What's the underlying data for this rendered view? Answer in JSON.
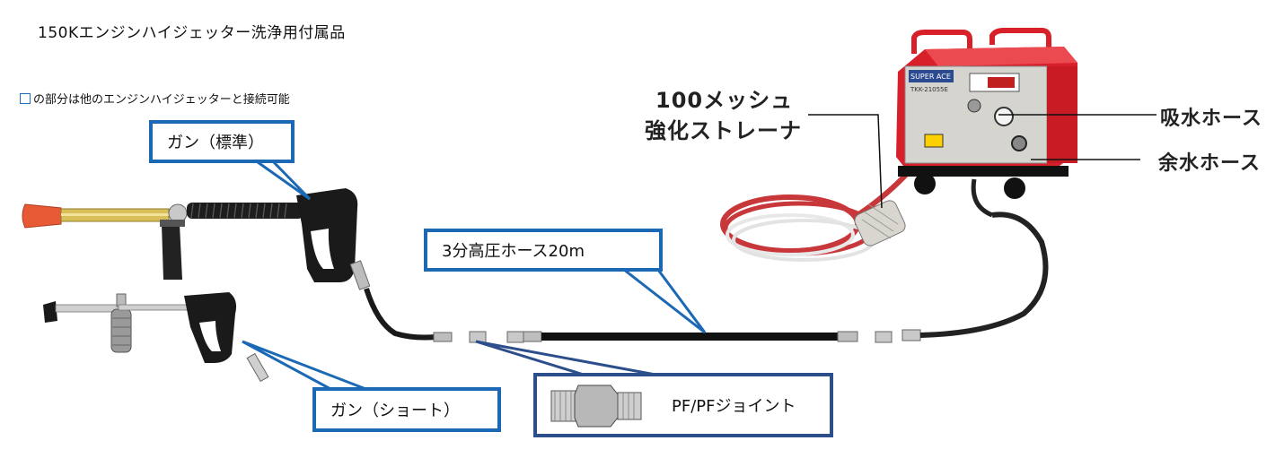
{
  "title": "150Kエンジンハイジェッター洗浄用付属品",
  "note": {
    "text": "の部分は他のエンジンハイジェッターと接続可能"
  },
  "callouts": {
    "gun_standard": "ガン（標準）",
    "gun_short": "ガン（ショート）",
    "hose": "3分高圧ホース20m",
    "joint": "PF/PFジョイント"
  },
  "labels": {
    "strainer_line1": "100メッシュ",
    "strainer_line2": "強化ストレーナ",
    "suction_hose": "吸水ホース",
    "excess_hose": "余水ホース"
  },
  "machine": {
    "brand_text": "SUPER ACE",
    "model_text": "TKK-21055E"
  },
  "colors": {
    "callout_border": "#1b69b5",
    "machine_red": "#d8202a",
    "hose_red": "#c8373a"
  }
}
